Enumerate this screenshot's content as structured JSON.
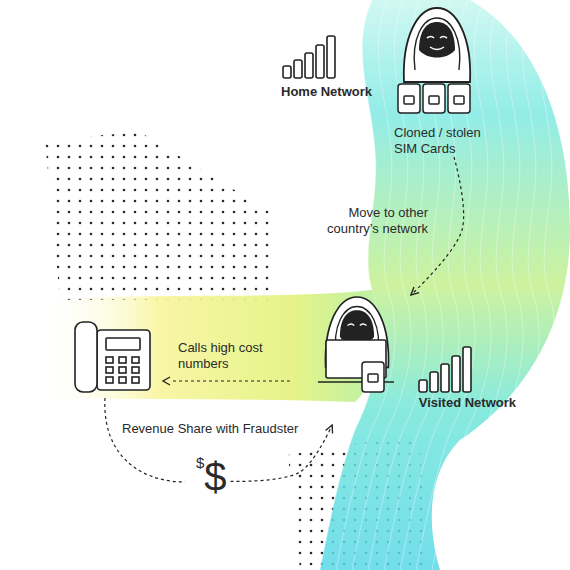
{
  "diagram": {
    "nodes": [
      {
        "text": [
          "Home Network"
        ]
      },
      {
        "text": [
          "Cloned / stolen SIM Cards"
        ]
      },
      {
        "text": [
          "Visited Network"
        ]
      },
      {
        "text": [
          "$",
          "$"
        ]
      }
    ],
    "edges": [
      {
        "from": 1,
        "to": 2,
        "arrow": "to",
        "label": "Move to other country’s network"
      },
      {
        "from": 3,
        "to": 2,
        "arrow": "to"
      }
    ],
    "labels": [
      "Calls high cost numbers",
      "Revenue Share with Fraudster"
    ]
  }
}
